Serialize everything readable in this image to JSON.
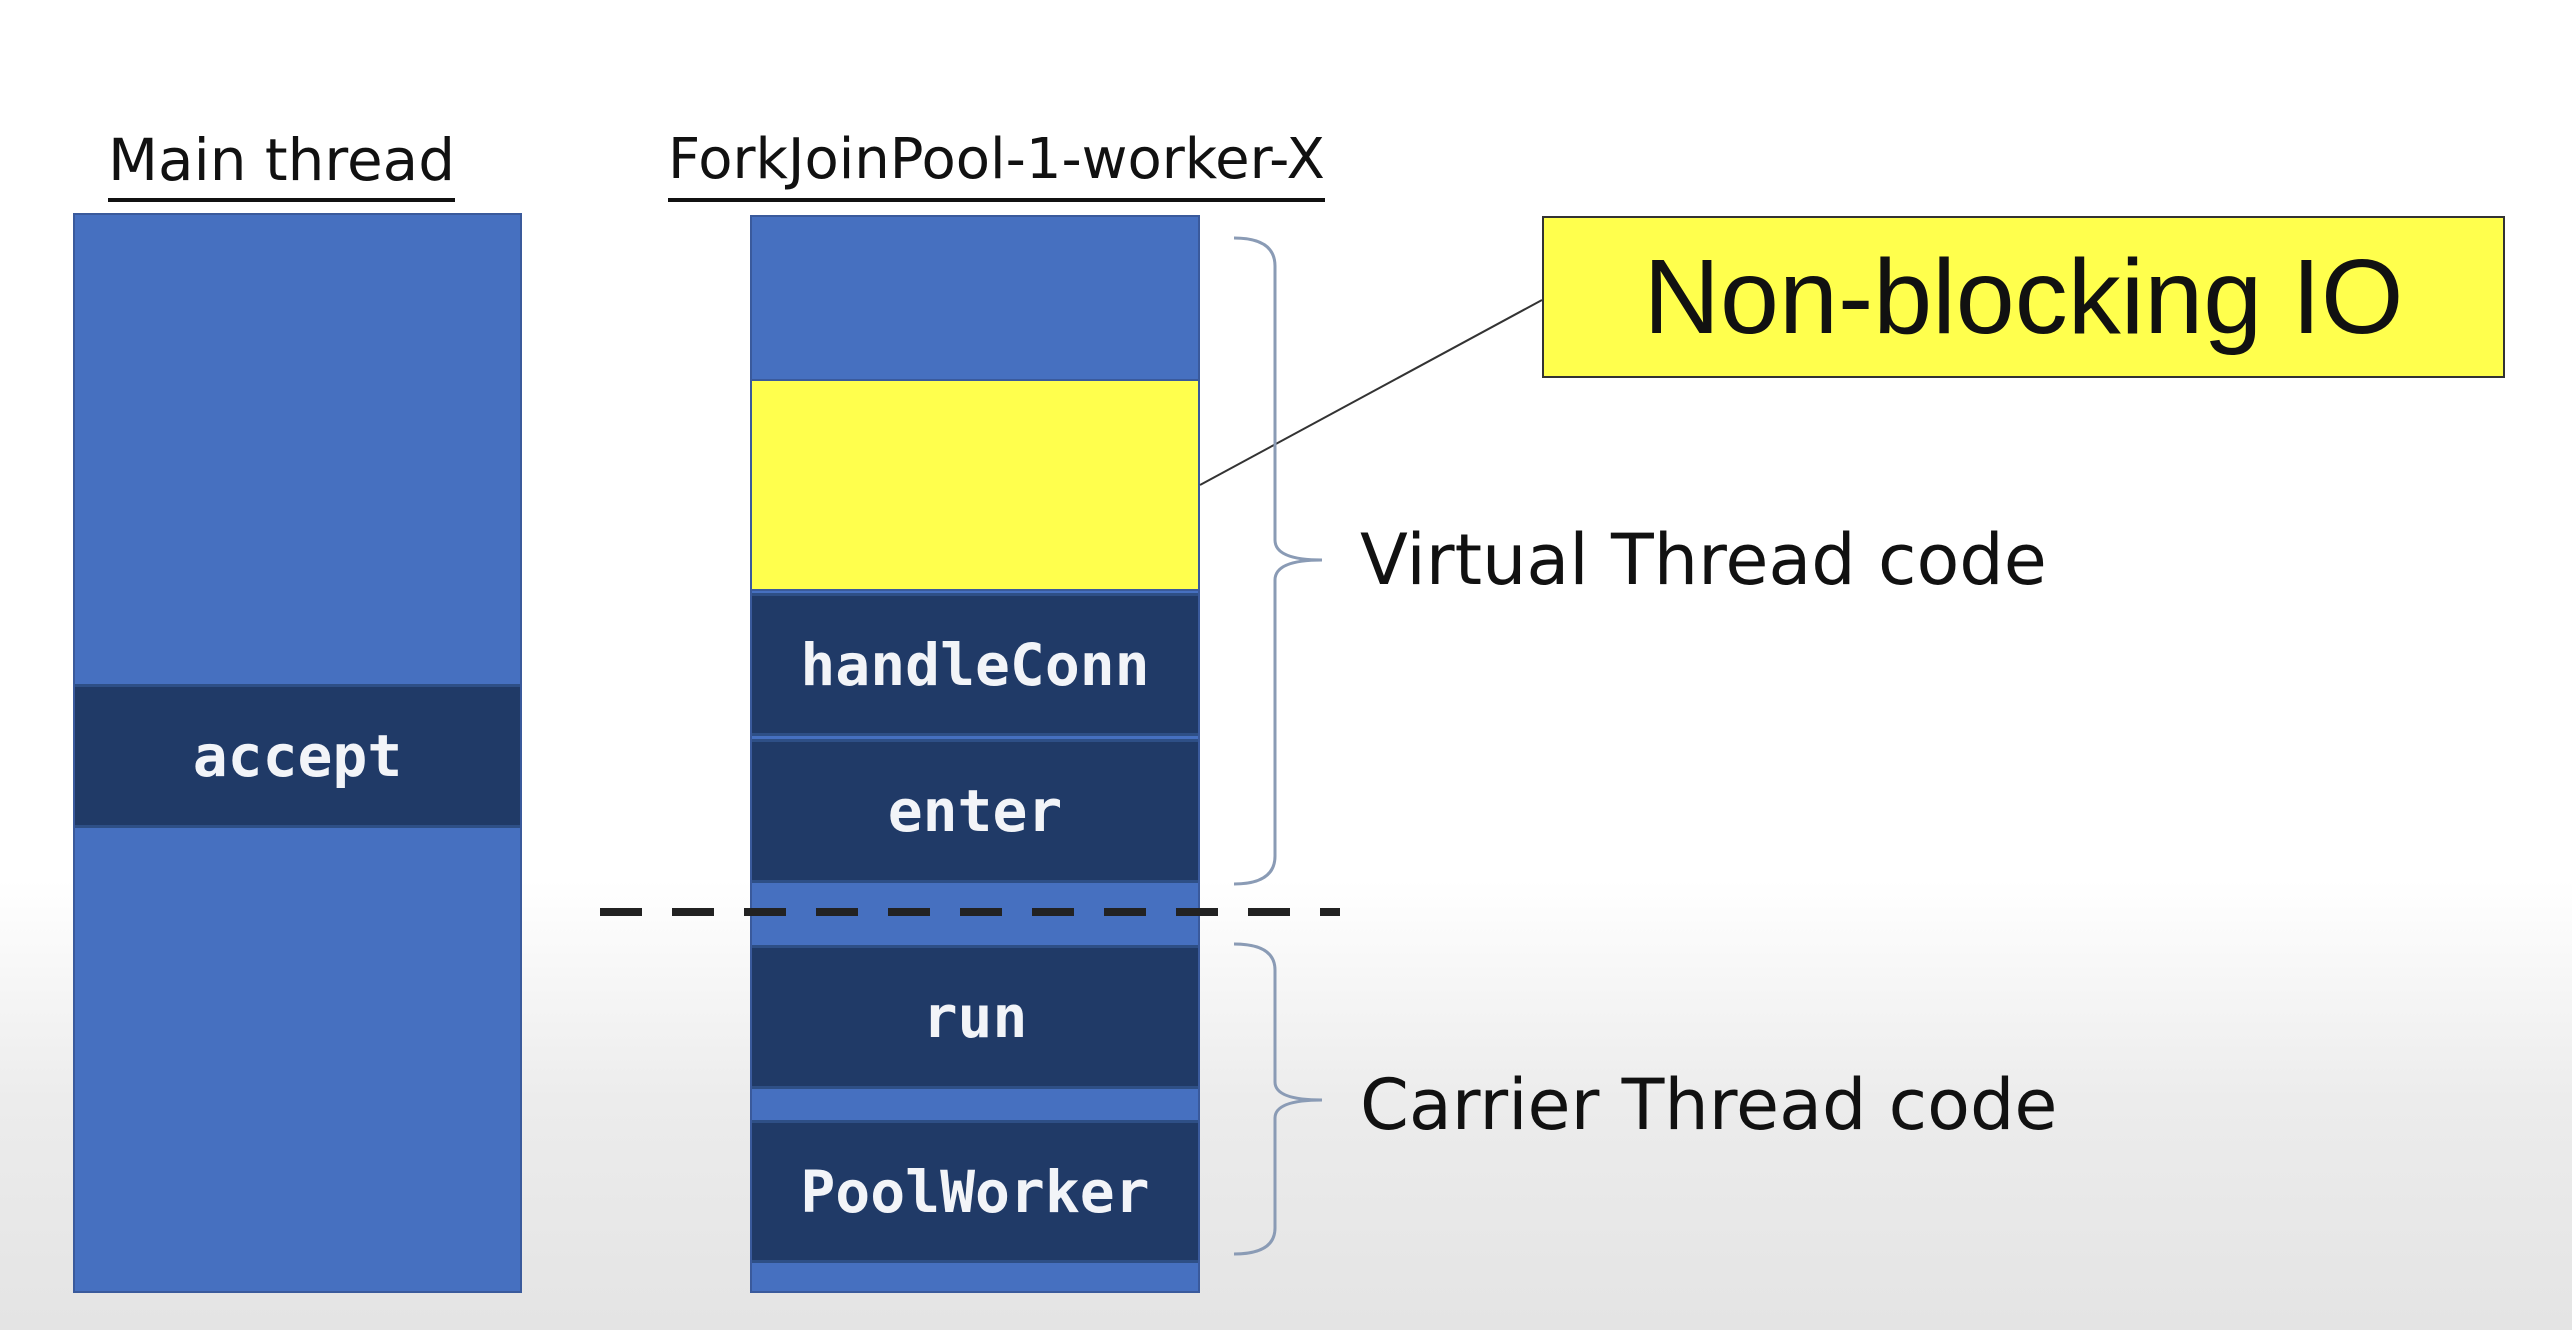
{
  "headings": {
    "main_thread": "Main thread",
    "worker_thread": "ForkJoinPool-1-worker-X"
  },
  "main_stack": {
    "frames": [
      "accept"
    ]
  },
  "worker_stack": {
    "frames": [
      "handleConn",
      "enter",
      "run",
      "PoolWorker"
    ]
  },
  "callout": {
    "text": "Non-blocking IO"
  },
  "braces": {
    "virtual": "Virtual Thread code",
    "carrier": "Carrier Thread code"
  },
  "colors": {
    "stack_blue": "#4670c0",
    "frame_navy": "#203a67",
    "highlight_yellow": "#ffff4d"
  }
}
